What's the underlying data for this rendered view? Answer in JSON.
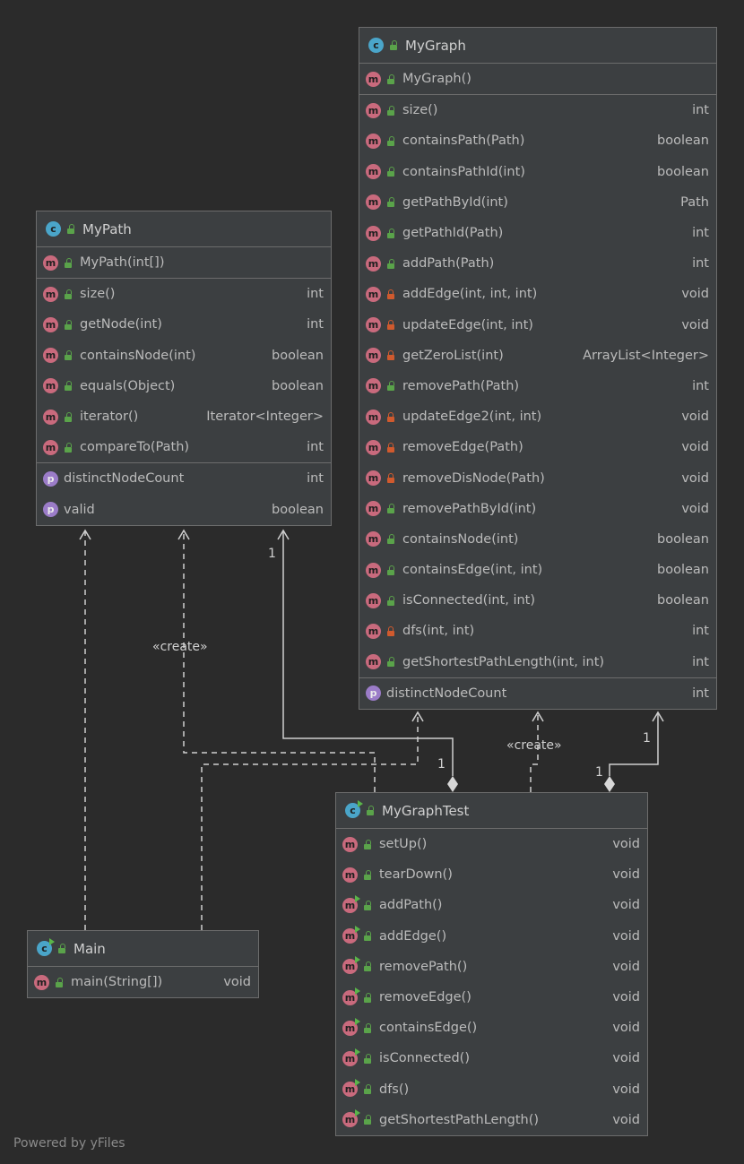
{
  "classes": {
    "mygraph": {
      "name": "MyGraph",
      "members": [
        {
          "kind": "m",
          "vis": "pub",
          "name": "MyGraph()",
          "type": ""
        },
        {
          "kind": "m",
          "vis": "pub",
          "name": "size()",
          "type": "int",
          "sep": true
        },
        {
          "kind": "m",
          "vis": "pub",
          "name": "containsPath(Path)",
          "type": "boolean"
        },
        {
          "kind": "m",
          "vis": "pub",
          "name": "containsPathId(int)",
          "type": "boolean"
        },
        {
          "kind": "m",
          "vis": "pub",
          "name": "getPathById(int)",
          "type": "Path"
        },
        {
          "kind": "m",
          "vis": "pub",
          "name": "getPathId(Path)",
          "type": "int"
        },
        {
          "kind": "m",
          "vis": "pub",
          "name": "addPath(Path)",
          "type": "int"
        },
        {
          "kind": "m",
          "vis": "prv",
          "name": "addEdge(int, int, int)",
          "type": "void"
        },
        {
          "kind": "m",
          "vis": "prv",
          "name": "updateEdge(int, int)",
          "type": "void"
        },
        {
          "kind": "m",
          "vis": "prv",
          "name": "getZeroList(int)",
          "type": "ArrayList<Integer>"
        },
        {
          "kind": "m",
          "vis": "pub",
          "name": "removePath(Path)",
          "type": "int"
        },
        {
          "kind": "m",
          "vis": "prv",
          "name": "updateEdge2(int, int)",
          "type": "void"
        },
        {
          "kind": "m",
          "vis": "prv",
          "name": "removeEdge(Path)",
          "type": "void"
        },
        {
          "kind": "m",
          "vis": "prv",
          "name": "removeDisNode(Path)",
          "type": "void"
        },
        {
          "kind": "m",
          "vis": "pub",
          "name": "removePathById(int)",
          "type": "void"
        },
        {
          "kind": "m",
          "vis": "pub",
          "name": "containsNode(int)",
          "type": "boolean"
        },
        {
          "kind": "m",
          "vis": "pub",
          "name": "containsEdge(int, int)",
          "type": "boolean"
        },
        {
          "kind": "m",
          "vis": "pub",
          "name": "isConnected(int, int)",
          "type": "boolean"
        },
        {
          "kind": "m",
          "vis": "prv",
          "name": "dfs(int, int)",
          "type": "int"
        },
        {
          "kind": "m",
          "vis": "pub",
          "name": "getShortestPathLength(int, int)",
          "type": "int"
        },
        {
          "kind": "p",
          "vis": "",
          "name": "distinctNodeCount",
          "type": "int",
          "sep": true
        }
      ]
    },
    "mypath": {
      "name": "MyPath",
      "members": [
        {
          "kind": "m",
          "vis": "pub",
          "name": "MyPath(int[])",
          "type": ""
        },
        {
          "kind": "m",
          "vis": "pub",
          "name": "size()",
          "type": "int",
          "sep": true
        },
        {
          "kind": "m",
          "vis": "pub",
          "name": "getNode(int)",
          "type": "int"
        },
        {
          "kind": "m",
          "vis": "pub",
          "name": "containsNode(int)",
          "type": "boolean"
        },
        {
          "kind": "m",
          "vis": "pub",
          "name": "equals(Object)",
          "type": "boolean"
        },
        {
          "kind": "m",
          "vis": "pub",
          "name": "iterator()",
          "type": "Iterator<Integer>"
        },
        {
          "kind": "m",
          "vis": "pub",
          "name": "compareTo(Path)",
          "type": "int"
        },
        {
          "kind": "p",
          "vis": "",
          "name": "distinctNodeCount",
          "type": "int",
          "sep": true
        },
        {
          "kind": "p",
          "vis": "",
          "name": "valid",
          "type": "boolean"
        }
      ]
    },
    "mygraphtest": {
      "name": "MyGraphTest",
      "members": [
        {
          "kind": "m",
          "vis": "pub",
          "name": "setUp()",
          "type": "void"
        },
        {
          "kind": "m",
          "vis": "pub",
          "name": "tearDown()",
          "type": "void"
        },
        {
          "kind": "m",
          "vis": "pub",
          "run": true,
          "name": "addPath()",
          "type": "void"
        },
        {
          "kind": "m",
          "vis": "pub",
          "run": true,
          "name": "addEdge()",
          "type": "void"
        },
        {
          "kind": "m",
          "vis": "pub",
          "run": true,
          "name": "removePath()",
          "type": "void"
        },
        {
          "kind": "m",
          "vis": "pub",
          "run": true,
          "name": "removeEdge()",
          "type": "void"
        },
        {
          "kind": "m",
          "vis": "pub",
          "run": true,
          "name": "containsEdge()",
          "type": "void"
        },
        {
          "kind": "m",
          "vis": "pub",
          "run": true,
          "name": "isConnected()",
          "type": "void"
        },
        {
          "kind": "m",
          "vis": "pub",
          "run": true,
          "name": "dfs()",
          "type": "void"
        },
        {
          "kind": "m",
          "vis": "pub",
          "run": true,
          "name": "getShortestPathLength()",
          "type": "void"
        }
      ]
    },
    "main": {
      "name": "Main",
      "members": [
        {
          "kind": "m",
          "vis": "pub",
          "name": "main(String[])",
          "type": "void"
        }
      ]
    }
  },
  "labels": {
    "create1": "«create»",
    "create2": "«create»",
    "mult_mypath": "1",
    "mult_graph": "1",
    "mult_test_a": "1",
    "mult_test_b": "1"
  },
  "icons": {
    "class_letter": "c",
    "method_letter": "m",
    "property_letter": "p"
  },
  "footer": "Powered by yFiles"
}
